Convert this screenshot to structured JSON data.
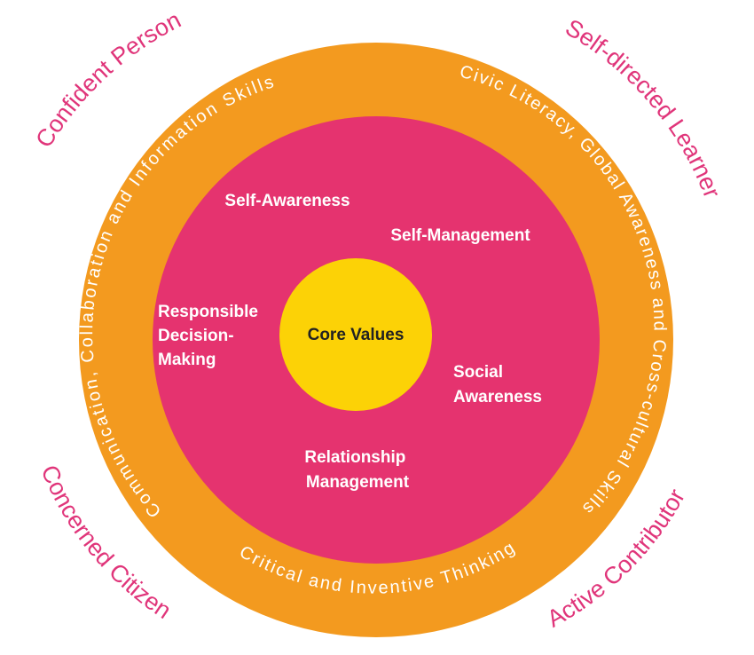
{
  "center": {
    "label": "Core Values"
  },
  "competencies": {
    "self_awareness": "Self-Awareness",
    "self_management": "Self-Management",
    "responsible_decision_making": [
      "Responsible",
      "Decision-",
      "Making"
    ],
    "social_awareness": [
      "Social",
      "Awareness"
    ],
    "relationship_management": [
      "Relationship",
      "Management"
    ]
  },
  "skills": {
    "communication": "Communication, Collaboration and Information Skills",
    "civic_literacy": "Civic Literacy, Global Awareness and Cross-cultural Skills",
    "critical_thinking": "Critical and Inventive Thinking"
  },
  "outcomes": {
    "confident_person": "Confident Person",
    "self_directed_learner": "Self-directed Learner",
    "concerned_citizen": "Concerned Citizen",
    "active_contributor": "Active Contributor"
  },
  "colors": {
    "outer_ring": "#f39a1f",
    "inner_ring": "#e5336f",
    "center": "#fcd206",
    "outcome_text": "#e0357a",
    "ring_text": "#ffffff",
    "center_text": "#222222"
  }
}
